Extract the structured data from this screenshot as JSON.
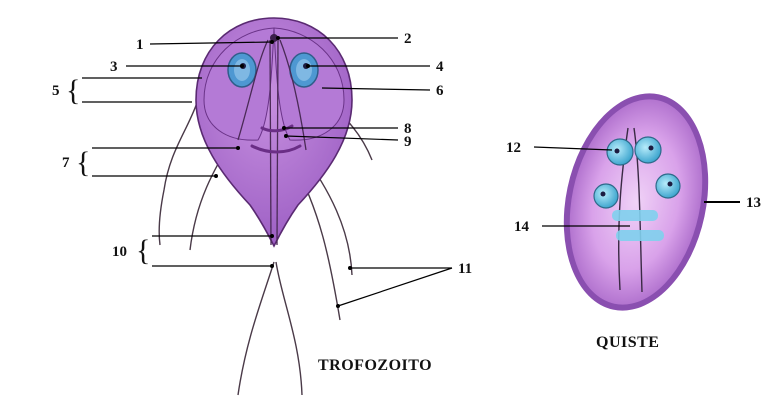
{
  "labels": {
    "n1": "1",
    "n2": "2",
    "n3": "3",
    "n4": "4",
    "n5": "5",
    "n6": "6",
    "n7": "7",
    "n8": "8",
    "n9": "9",
    "n10": "10",
    "n11": "11",
    "n12": "12",
    "n13": "13",
    "n14": "14"
  },
  "captions": {
    "trofozoito": "TROFOZOITO",
    "quiste": "QUISTE"
  },
  "colors": {
    "body": "#a66dc9",
    "body_light": "#d4a8e6",
    "cyst_outer": "#8a4fb0",
    "cyst_inner": "#e2b7ef",
    "nucleus": "#4e98d2",
    "nucleus_rim": "#2f5d8a",
    "nucleus_cyst": "#5fc6e6",
    "outline": "#5a2a72",
    "flagella": "#4a3a48",
    "leader": "#000000"
  }
}
